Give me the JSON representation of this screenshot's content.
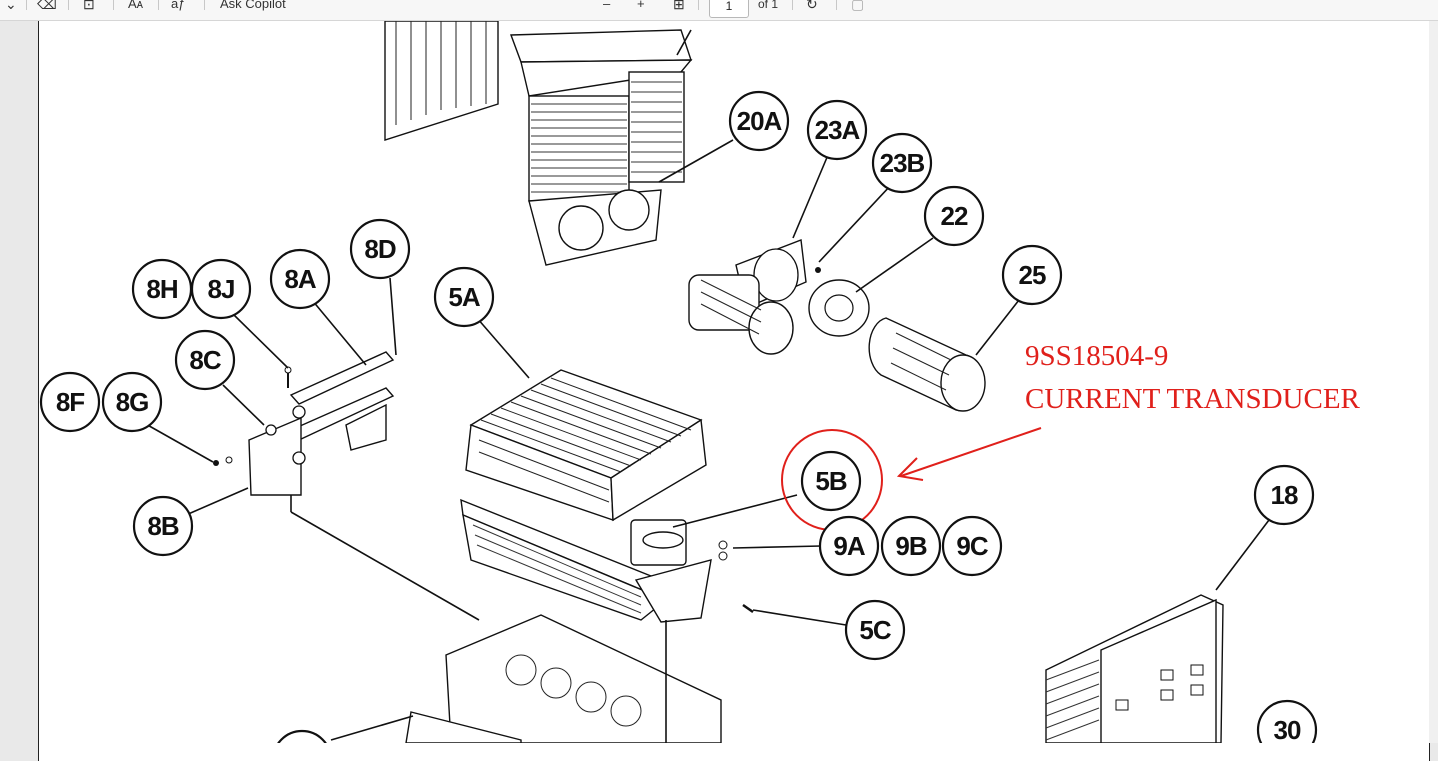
{
  "toolbar": {
    "draw_icon": "draw-icon",
    "erase_icon": "eraser-icon",
    "view_icon": "page-view-icon",
    "text_size_label": "Aᴀ",
    "read_aloud_label": "aƒ",
    "ask_copilot": "Ask Copilot",
    "zoom_out": "–",
    "zoom_in": "+",
    "fit_icon": "fit-page-icon",
    "page_number": "1",
    "page_of": "of 1",
    "rotate_icon": "rotate-icon",
    "extra_icon": "page-icon"
  },
  "diagram": {
    "callouts": [
      "20A",
      "23A",
      "23B",
      "22",
      "25",
      "8D",
      "8H",
      "8J",
      "8A",
      "5A",
      "8C",
      "8F",
      "8G",
      "8B",
      "5B",
      "9A",
      "9B",
      "9C",
      "18",
      "5C",
      "30"
    ],
    "annotation": {
      "part_number": "9SS18504-9",
      "description": "CURRENT TRANSDUCER",
      "color": "#e0201b"
    }
  }
}
